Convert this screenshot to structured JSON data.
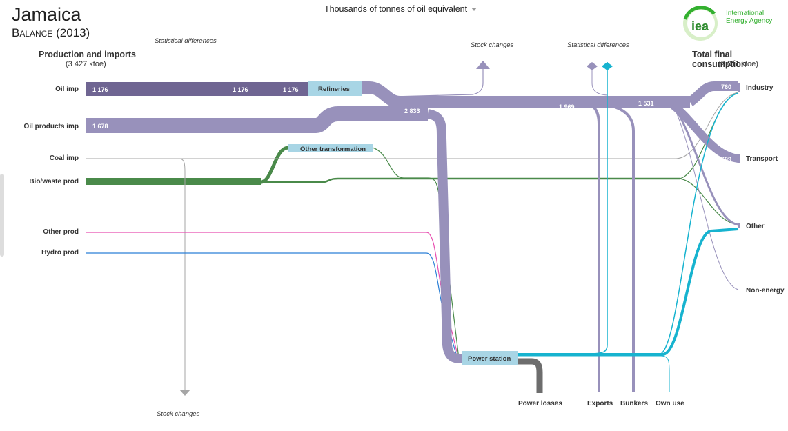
{
  "header": {
    "title": "Jamaica",
    "subtitle": "Balance (2013)",
    "unit_select": "Thousands of tonnes of oil equivalent"
  },
  "logo": {
    "mark": "iea",
    "name_line1": "International",
    "name_line2": "Energy Agency",
    "color": "#33b02f"
  },
  "left": {
    "heading": "Production and imports",
    "total": "(3 427 ktoe)",
    "stat_diff": "Statistical differences",
    "sources": [
      "Oil imp",
      "Oil products imp",
      "Coal imp",
      "Bio/waste prod",
      "Other prod",
      "Hydro prod"
    ]
  },
  "right": {
    "heading": "Total final consumption",
    "total": "(2 011 ktoe)",
    "sinks": [
      "Industry",
      "Transport",
      "Other",
      "Non-energy"
    ]
  },
  "top": {
    "stock_changes": "Stock  changes",
    "stat_diff": "Statistical differences"
  },
  "bottom": {
    "stock_changes": "Stock changes",
    "sinks": [
      "Power losses",
      "Exports",
      "Bunkers",
      "Own use"
    ]
  },
  "nodes": {
    "refineries": "Refineries",
    "other_transformation": "Other transformation",
    "power_station": "Power station"
  },
  "flow_values": {
    "oil_imp_1": "1 176",
    "oil_imp_2": "1 176",
    "oil_imp_3": "1 176",
    "oil_products_imp": "1 678",
    "oil_merged": "2 833",
    "oil_after_power": "1 969",
    "oil_final": "1 531",
    "industry": "760",
    "transport": "609"
  },
  "colors": {
    "oil_dark": "#6f6592",
    "oil": "#9891bb",
    "bio": "#4a8a4a",
    "coal": "#a6a6a6",
    "other_prod": "#e84fb0",
    "hydro": "#2b7fd6",
    "electricity": "#17b3cf",
    "losses": "#6d6d6d",
    "node": "#a8d5e5"
  }
}
